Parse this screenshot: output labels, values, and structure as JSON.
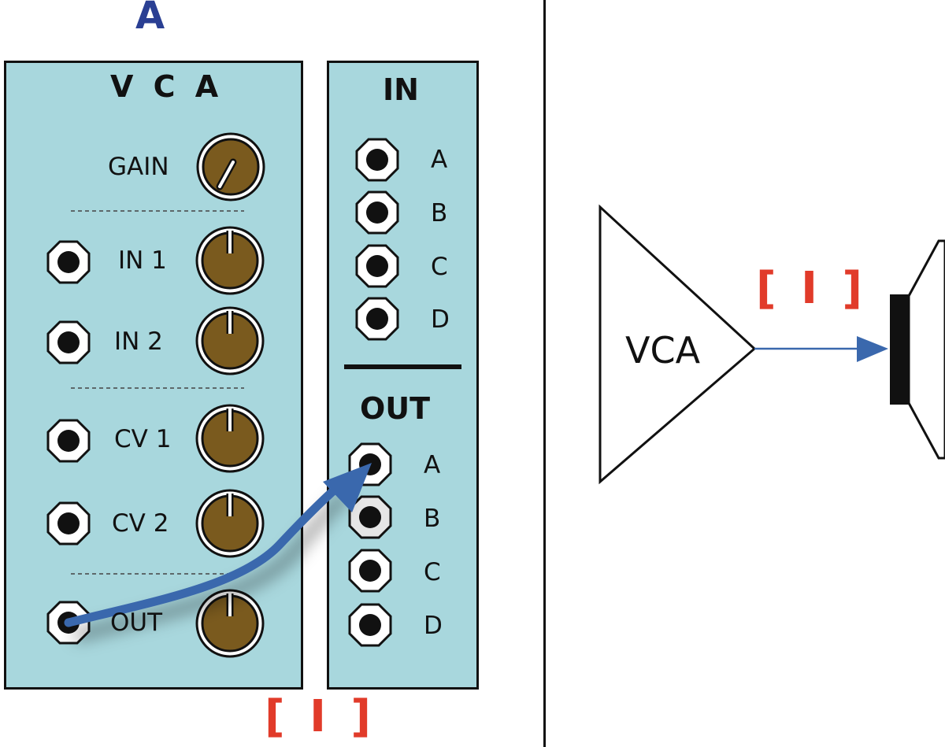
{
  "figure_label": "A",
  "vca_module": {
    "title": "V C A",
    "gain_label": "GAIN",
    "rows": [
      {
        "label": "IN 1"
      },
      {
        "label": "IN 2"
      },
      {
        "label": "CV 1"
      },
      {
        "label": "CV 2"
      },
      {
        "label": "OUT"
      }
    ]
  },
  "io_module": {
    "in_title": "IN",
    "in_jacks": [
      "A",
      "B",
      "C",
      "D"
    ],
    "out_title": "OUT",
    "out_jacks": [
      "A",
      "B",
      "C",
      "D"
    ]
  },
  "bottom_marker": "[ I ]",
  "schematic": {
    "amp_label": "VCA",
    "marker": "[ I ]"
  },
  "colors": {
    "panel": "#a8d7dd",
    "knob": "#7a5a1e",
    "cable": "#3a68ad",
    "marker": "#e13b2a",
    "figure_label": "#2a3f93"
  }
}
